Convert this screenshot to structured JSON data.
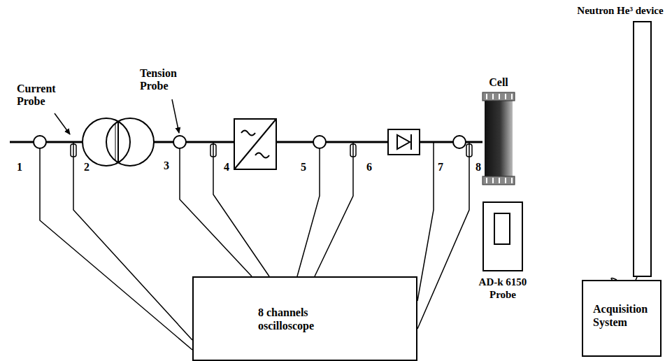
{
  "diagram": {
    "nodes": [
      {
        "text": [
          "Cell"
        ]
      },
      {
        "text": [
          "8 channels oscilloscope"
        ]
      },
      {
        "text": [
          "AD-k 6150 Probe"
        ]
      },
      {
        "text": [
          "Neutron He³ device"
        ]
      },
      {
        "text": [
          "Acquisition System"
        ]
      }
    ],
    "edges": [
      {
        "from": 3,
        "to": 4,
        "arrow": "none"
      }
    ],
    "labels": [
      "Current Probe",
      "Tension Probe",
      "1",
      "2",
      "3",
      "4",
      "5",
      "6",
      "7",
      "8"
    ]
  }
}
